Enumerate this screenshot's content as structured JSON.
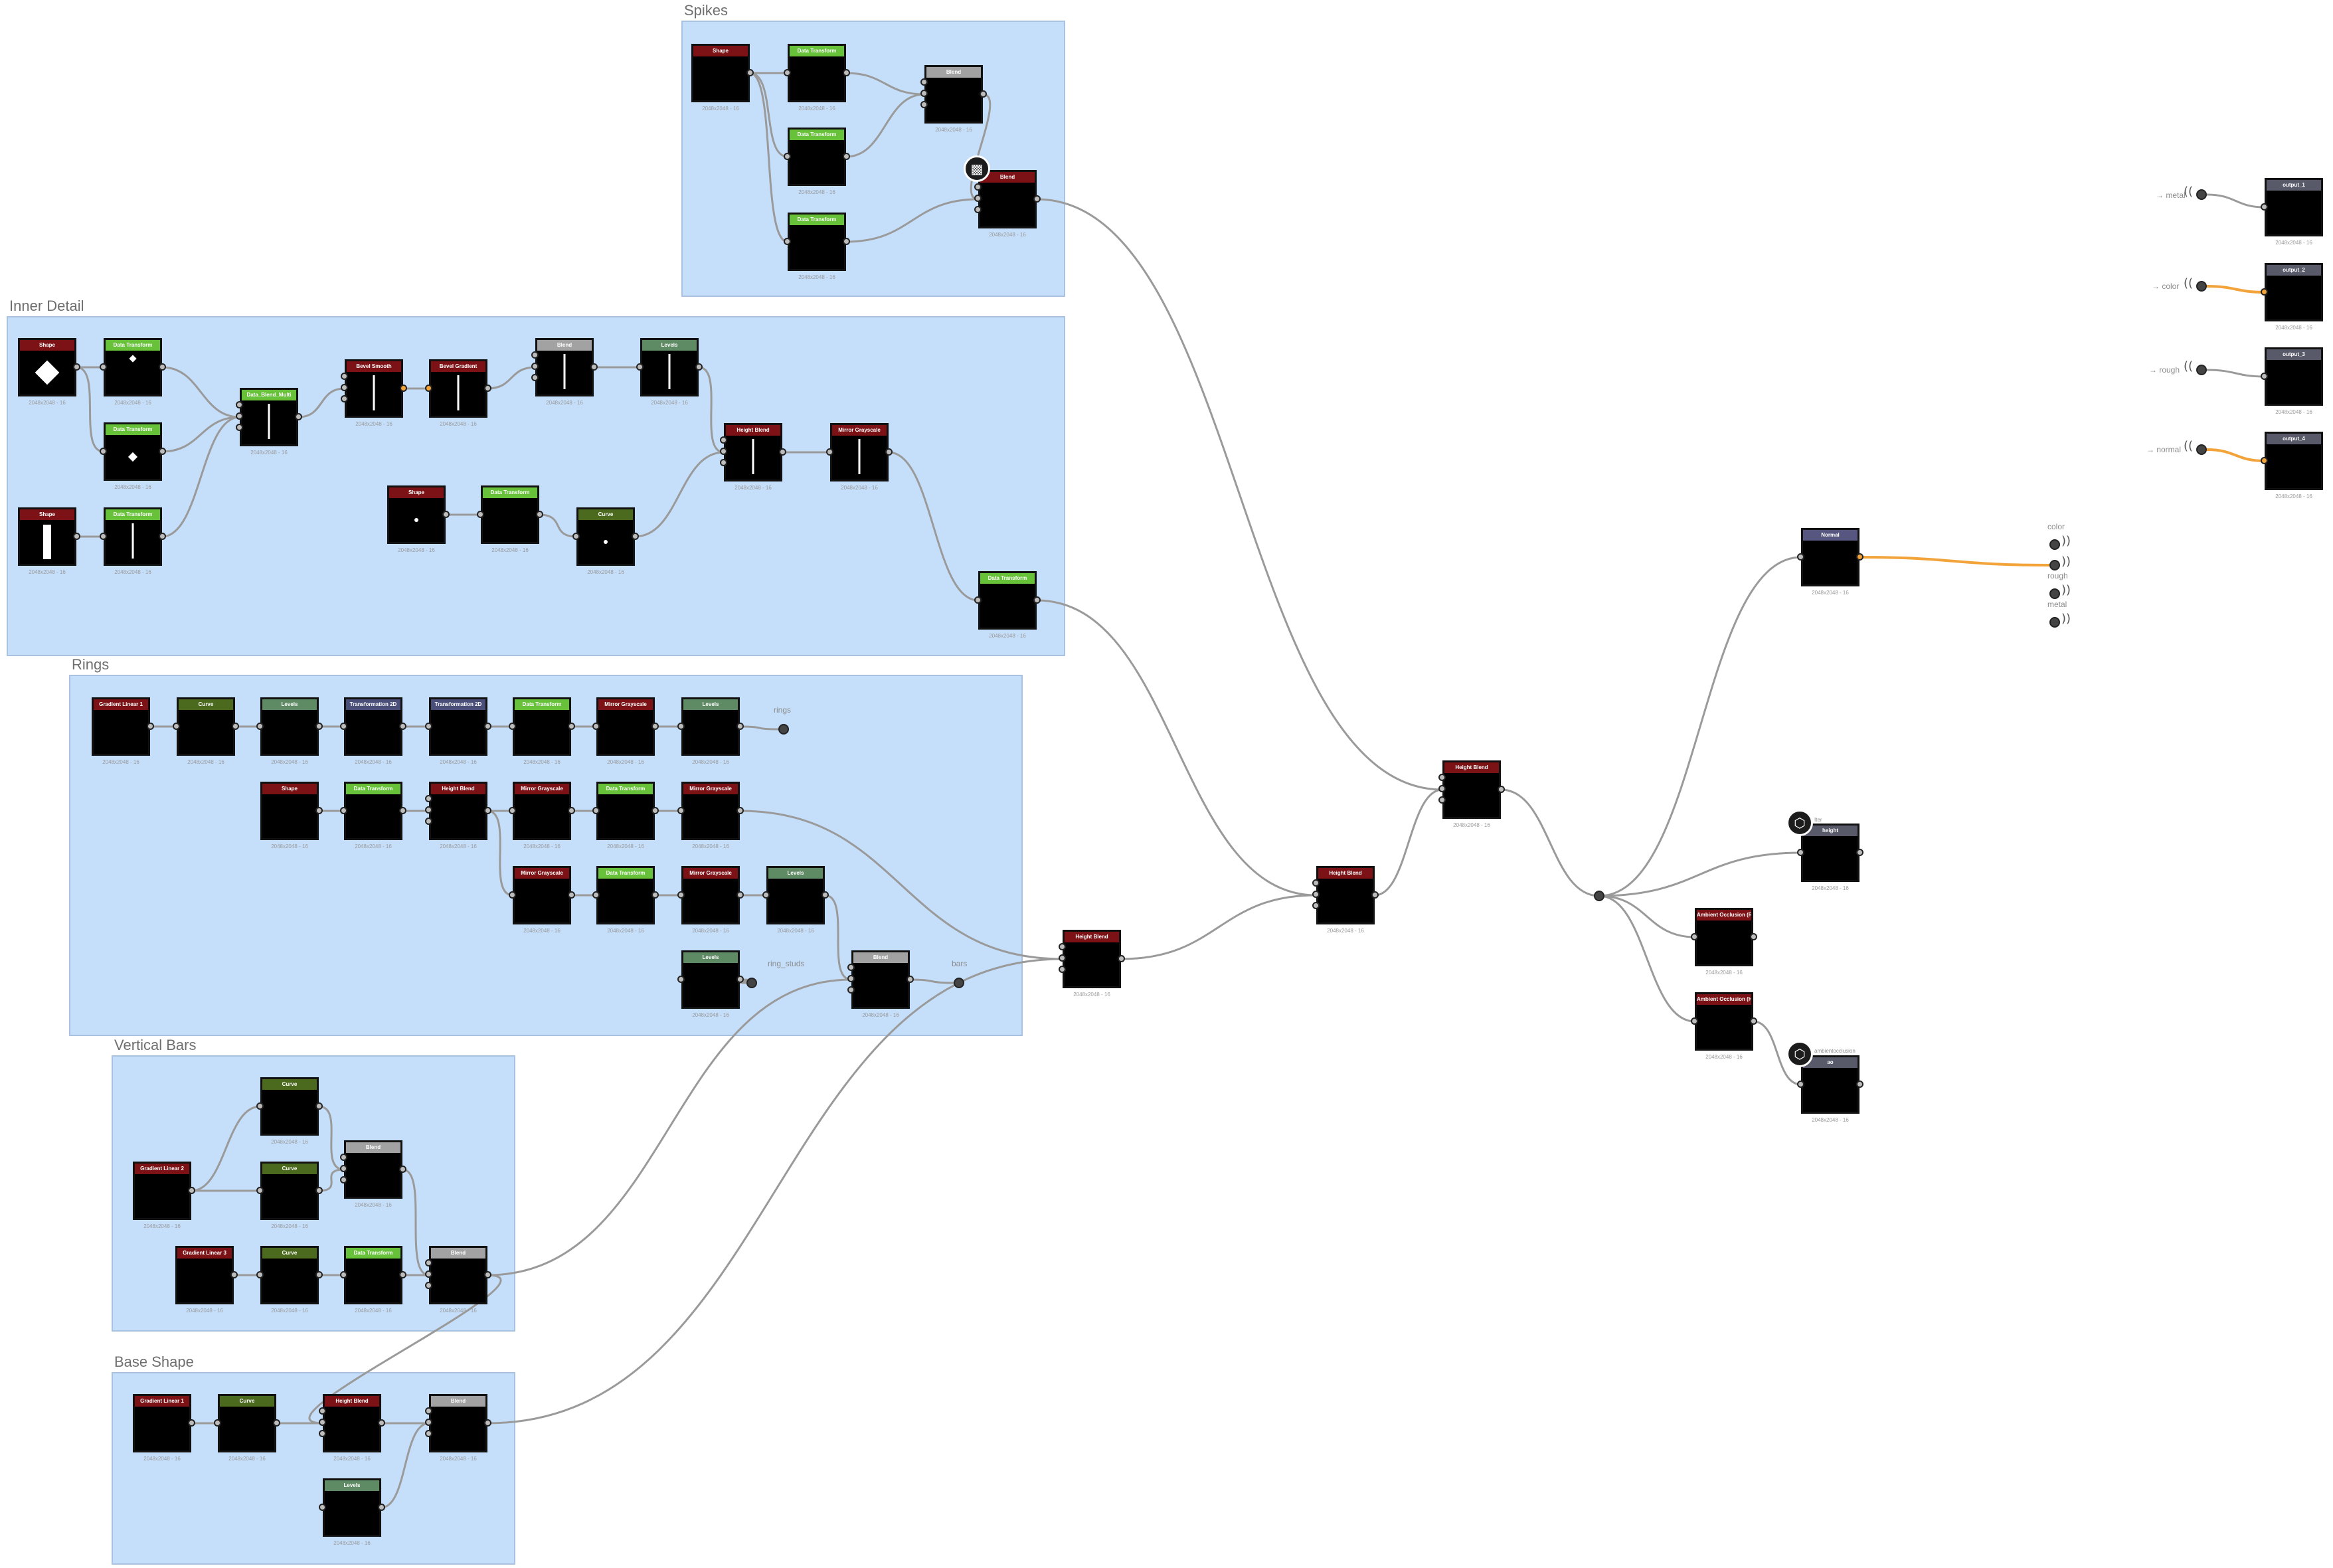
{
  "frames": [
    {
      "id": "spikes",
      "title": "Spikes"
    },
    {
      "id": "inner",
      "title": "Inner Detail"
    },
    {
      "id": "rings",
      "title": "Rings"
    },
    {
      "id": "vbars",
      "title": "Vertical Bars"
    },
    {
      "id": "base",
      "title": "Base Shape"
    }
  ],
  "res_caption": "2048x2048 - 16",
  "colors": {
    "red": "#7d1216",
    "green": "#67c23a",
    "dkgreen": "#4b6a1e",
    "gray": "#a2a2a2",
    "sage": "#5e8a64",
    "navy": "#4a4f7a",
    "blue": "#565680",
    "slate": "#585a6a",
    "wire": "#9a9a9a",
    "orange": "#f2a33a"
  },
  "nodes": [
    {
      "id": "sp_shape",
      "label": "Shape",
      "color": "red",
      "thumb": "t-radial",
      "frame": "spikes"
    },
    {
      "id": "sp_dt1",
      "label": "Data Transform",
      "color": "green",
      "thumb": "t-spikes",
      "frame": "spikes"
    },
    {
      "id": "sp_dt2",
      "label": "Data Transform",
      "color": "green",
      "thumb": "t-black",
      "frame": "spikes"
    },
    {
      "id": "sp_dt3",
      "label": "Data Transform",
      "color": "green",
      "thumb": "t-black",
      "frame": "spikes"
    },
    {
      "id": "sp_blend1",
      "label": "Blend",
      "color": "gray",
      "thumb": "t-spikes",
      "frame": "spikes"
    },
    {
      "id": "sp_blend2",
      "label": "Blend",
      "color": "red",
      "thumb": "t-spikes",
      "frame": "spikes"
    },
    {
      "id": "id_shape1",
      "label": "Shape",
      "color": "red",
      "thumb": "t-black",
      "shape": "diamond",
      "frame": "inner"
    },
    {
      "id": "id_dt1",
      "label": "Data Transform",
      "color": "green",
      "thumb": "t-black",
      "shape": "topdot",
      "frame": "inner"
    },
    {
      "id": "id_dt2",
      "label": "Data Transform",
      "color": "green",
      "thumb": "t-black",
      "shape": "diamond-sm",
      "frame": "inner"
    },
    {
      "id": "id_shape2",
      "label": "Shape",
      "color": "red",
      "thumb": "t-black",
      "shape": "bar",
      "frame": "inner"
    },
    {
      "id": "id_dt3",
      "label": "Data Transform",
      "color": "green",
      "thumb": "t-black",
      "shape": "needle",
      "frame": "inner"
    },
    {
      "id": "id_dbm",
      "label": "Data_Blend_Multi",
      "color": "green",
      "thumb": "t-black",
      "shape": "needle",
      "frame": "inner"
    },
    {
      "id": "id_bsmooth",
      "label": "Bevel Smooth",
      "color": "red",
      "thumb": "t-black",
      "shape": "needle",
      "frame": "inner"
    },
    {
      "id": "id_ngrad",
      "label": "Bevel Gradient",
      "color": "red",
      "thumb": "t-white",
      "shape": "needle",
      "frame": "inner"
    },
    {
      "id": "id_blend",
      "label": "Blend",
      "color": "gray",
      "thumb": "t-black",
      "shape": "needle",
      "frame": "inner"
    },
    {
      "id": "id_levels",
      "label": "Levels",
      "color": "sage",
      "thumb": "t-black",
      "shape": "needle",
      "frame": "inner"
    },
    {
      "id": "id_hb",
      "label": "Height Blend",
      "color": "red",
      "thumb": "t-black",
      "shape": "needle",
      "frame": "inner"
    },
    {
      "id": "id_mirror",
      "label": "Mirror Grayscale",
      "color": "red",
      "thumb": "t-black",
      "shape": "needle",
      "frame": "inner"
    },
    {
      "id": "id_shape3",
      "label": "Shape",
      "color": "red",
      "thumb": "t-black",
      "shape": "dot",
      "frame": "inner"
    },
    {
      "id": "id_dt4",
      "label": "Data Transform",
      "color": "green",
      "thumb": "t-black",
      "frame": "inner"
    },
    {
      "id": "id_curve",
      "label": "Curve",
      "color": "dkgreen",
      "thumb": "t-black",
      "shape": "dot",
      "frame": "inner"
    },
    {
      "id": "id_dt5",
      "label": "Data Transform",
      "color": "green",
      "thumb": "t-spikes",
      "frame": "inner"
    },
    {
      "id": "r_grad",
      "label": "Gradient Linear 1",
      "color": "red",
      "thumb": "t-gradv",
      "frame": "rings"
    },
    {
      "id": "r_curve",
      "label": "Curve",
      "color": "dkgreen",
      "thumb": "t-gray-mid",
      "frame": "rings"
    },
    {
      "id": "r_levels1",
      "label": "Levels",
      "color": "sage",
      "thumb": "t-gray-dark",
      "frame": "rings"
    },
    {
      "id": "r_t2d1",
      "label": "Transformation 2D",
      "color": "navy",
      "thumb": "t-hband",
      "frame": "rings"
    },
    {
      "id": "r_t2d2",
      "label": "Transformation 2D",
      "color": "navy",
      "thumb": "t-hband",
      "frame": "rings"
    },
    {
      "id": "r_dt1",
      "label": "Data Transform",
      "color": "green",
      "thumb": "t-hband",
      "frame": "rings"
    },
    {
      "id": "r_mg1",
      "label": "Mirror Grayscale",
      "color": "red",
      "thumb": "t-hband",
      "frame": "rings"
    },
    {
      "id": "r_levels2",
      "label": "Levels",
      "color": "sage",
      "thumb": "t-hband",
      "frame": "rings"
    },
    {
      "id": "r_shape",
      "label": "Shape",
      "color": "red",
      "thumb": "t-disk",
      "frame": "rings"
    },
    {
      "id": "r_dt2",
      "label": "Data Transform",
      "color": "green",
      "thumb": "t-hband-dash",
      "frame": "rings"
    },
    {
      "id": "r_hb",
      "label": "Height Blend",
      "color": "red",
      "thumb": "t-hband",
      "frame": "rings"
    },
    {
      "id": "r_mg2",
      "label": "Mirror Grayscale",
      "color": "red",
      "thumb": "t-hband",
      "frame": "rings"
    },
    {
      "id": "r_dt3",
      "label": "Data Transform",
      "color": "green",
      "thumb": "t-hband",
      "frame": "rings"
    },
    {
      "id": "r_mg3",
      "label": "Mirror Grayscale",
      "color": "red",
      "thumb": "t-hband",
      "frame": "rings"
    },
    {
      "id": "r_mg4",
      "label": "Mirror Grayscale",
      "color": "red",
      "thumb": "t-hband-dash",
      "frame": "rings"
    },
    {
      "id": "r_dt4",
      "label": "Data Transform",
      "color": "green",
      "thumb": "t-hband-dash",
      "frame": "rings"
    },
    {
      "id": "r_mg5",
      "label": "Mirror Grayscale",
      "color": "red",
      "thumb": "t-hband-dash",
      "frame": "rings"
    },
    {
      "id": "r_levels3",
      "label": "Levels",
      "color": "sage",
      "thumb": "t-hband-white",
      "frame": "rings"
    },
    {
      "id": "r_levels4",
      "label": "Levels",
      "color": "sage",
      "thumb": "t-hband-dash",
      "frame": "rings"
    },
    {
      "id": "r_blend",
      "label": "Blend",
      "color": "gray",
      "thumb": "t-stripes",
      "frame": "rings"
    },
    {
      "id": "vb_curve1",
      "label": "Curve",
      "color": "dkgreen",
      "thumb": "t-white",
      "frame": "vbars"
    },
    {
      "id": "vb_grad2",
      "label": "Gradient Linear 2",
      "color": "red",
      "thumb": "t-gradv-soft",
      "frame": "vbars"
    },
    {
      "id": "vb_curve2",
      "label": "Curve",
      "color": "dkgreen",
      "thumb": "t-white",
      "frame": "vbars"
    },
    {
      "id": "vb_blend1",
      "label": "Blend",
      "color": "gray",
      "thumb": "t-white",
      "frame": "vbars"
    },
    {
      "id": "vb_grad3",
      "label": "Gradient Linear 3",
      "color": "red",
      "thumb": "t-gradh-center",
      "frame": "vbars"
    },
    {
      "id": "vb_curve3",
      "label": "Curve",
      "color": "dkgreen",
      "thumb": "t-gradh-light",
      "frame": "vbars"
    },
    {
      "id": "vb_dt",
      "label": "Data Transform",
      "color": "green",
      "thumb": "t-stripes",
      "frame": "vbars"
    },
    {
      "id": "vb_blend2",
      "label": "Blend",
      "color": "gray",
      "thumb": "t-stripes",
      "frame": "vbars"
    },
    {
      "id": "bs_grad",
      "label": "Gradient Linear 1",
      "color": "red",
      "thumb": "t-gradv",
      "frame": "base"
    },
    {
      "id": "bs_curve",
      "label": "Curve",
      "color": "dkgreen",
      "thumb": "t-gray-dark",
      "frame": "base"
    },
    {
      "id": "bs_hb",
      "label": "Height Blend",
      "color": "red",
      "thumb": "t-noisy",
      "frame": "base"
    },
    {
      "id": "bs_blend",
      "label": "Blend",
      "color": "gray",
      "thumb": "t-noisy",
      "frame": "base"
    },
    {
      "id": "bs_levels",
      "label": "Levels",
      "color": "sage",
      "thumb": "t-noisy",
      "frame": "base"
    },
    {
      "id": "hb_a",
      "label": "Height Blend",
      "color": "red",
      "thumb": "t-noisy"
    },
    {
      "id": "hb_b",
      "label": "Height Blend",
      "color": "red",
      "thumb": "t-noisy"
    },
    {
      "id": "hb_c",
      "label": "Height Blend",
      "color": "red",
      "thumb": "t-noisy"
    },
    {
      "id": "normal",
      "label": "Normal",
      "color": "blue",
      "thumb": "t-purple"
    },
    {
      "id": "height_out",
      "label": "height",
      "color": "slate",
      "thumb": "t-gray"
    },
    {
      "id": "ao_rtao",
      "label": "Ambient Occlusion (RTAO)",
      "color": "red",
      "thumb": "t-stripes-gray"
    },
    {
      "id": "ao_hbao",
      "label": "Ambient Occlusion (HBA)",
      "color": "red",
      "thumb": "t-stripes-gray"
    },
    {
      "id": "ao_out",
      "label": "ao",
      "color": "slate",
      "thumb": "t-stripes-gray"
    },
    {
      "id": "out_metal",
      "label": "output_1",
      "color": "slate",
      "thumb": "t-black"
    },
    {
      "id": "out_color",
      "label": "output_2",
      "color": "slate",
      "thumb": "t-lightgray"
    },
    {
      "id": "out_rough",
      "label": "output_3",
      "color": "slate",
      "thumb": "t-black"
    },
    {
      "id": "out_normal",
      "label": "output_4",
      "color": "slate",
      "thumb": "t-purple"
    }
  ],
  "pins": {
    "rings": "rings",
    "ring_studs": "ring_studs",
    "bars": "bars"
  },
  "outputs_radio": {
    "metal": "→ metal",
    "color": "→ color",
    "rough": "→ rough",
    "normal": "→ normal"
  },
  "right_pins": {
    "color": "color",
    "rough": "rough",
    "meta": "metal"
  },
  "badges": {
    "checker": "checker-icon",
    "cube1": "cube-icon",
    "cube2": "cube-icon",
    "cube1_label": "Iter",
    "cube2_label": "ambientocclusion"
  }
}
